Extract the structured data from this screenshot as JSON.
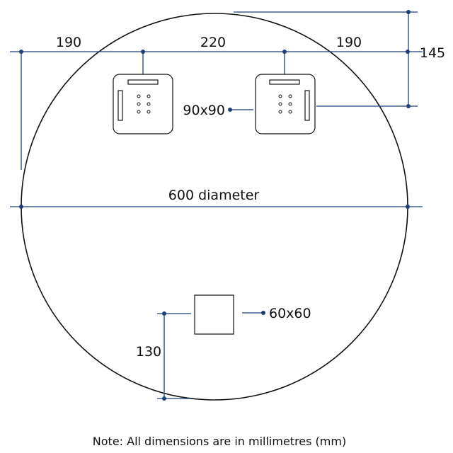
{
  "dimensions": {
    "left_offset": "190",
    "center_spacing": "220",
    "right_offset": "190",
    "top_offset": "145",
    "bracket_size": "90x90",
    "diameter": "600 diameter",
    "plate_size": "60x60",
    "bottom_offset": "130"
  },
  "note": "Note: All dimensions are in millimetres (mm)",
  "colors": {
    "dimension_line": "#1f3f7a",
    "outline": "#111111"
  }
}
